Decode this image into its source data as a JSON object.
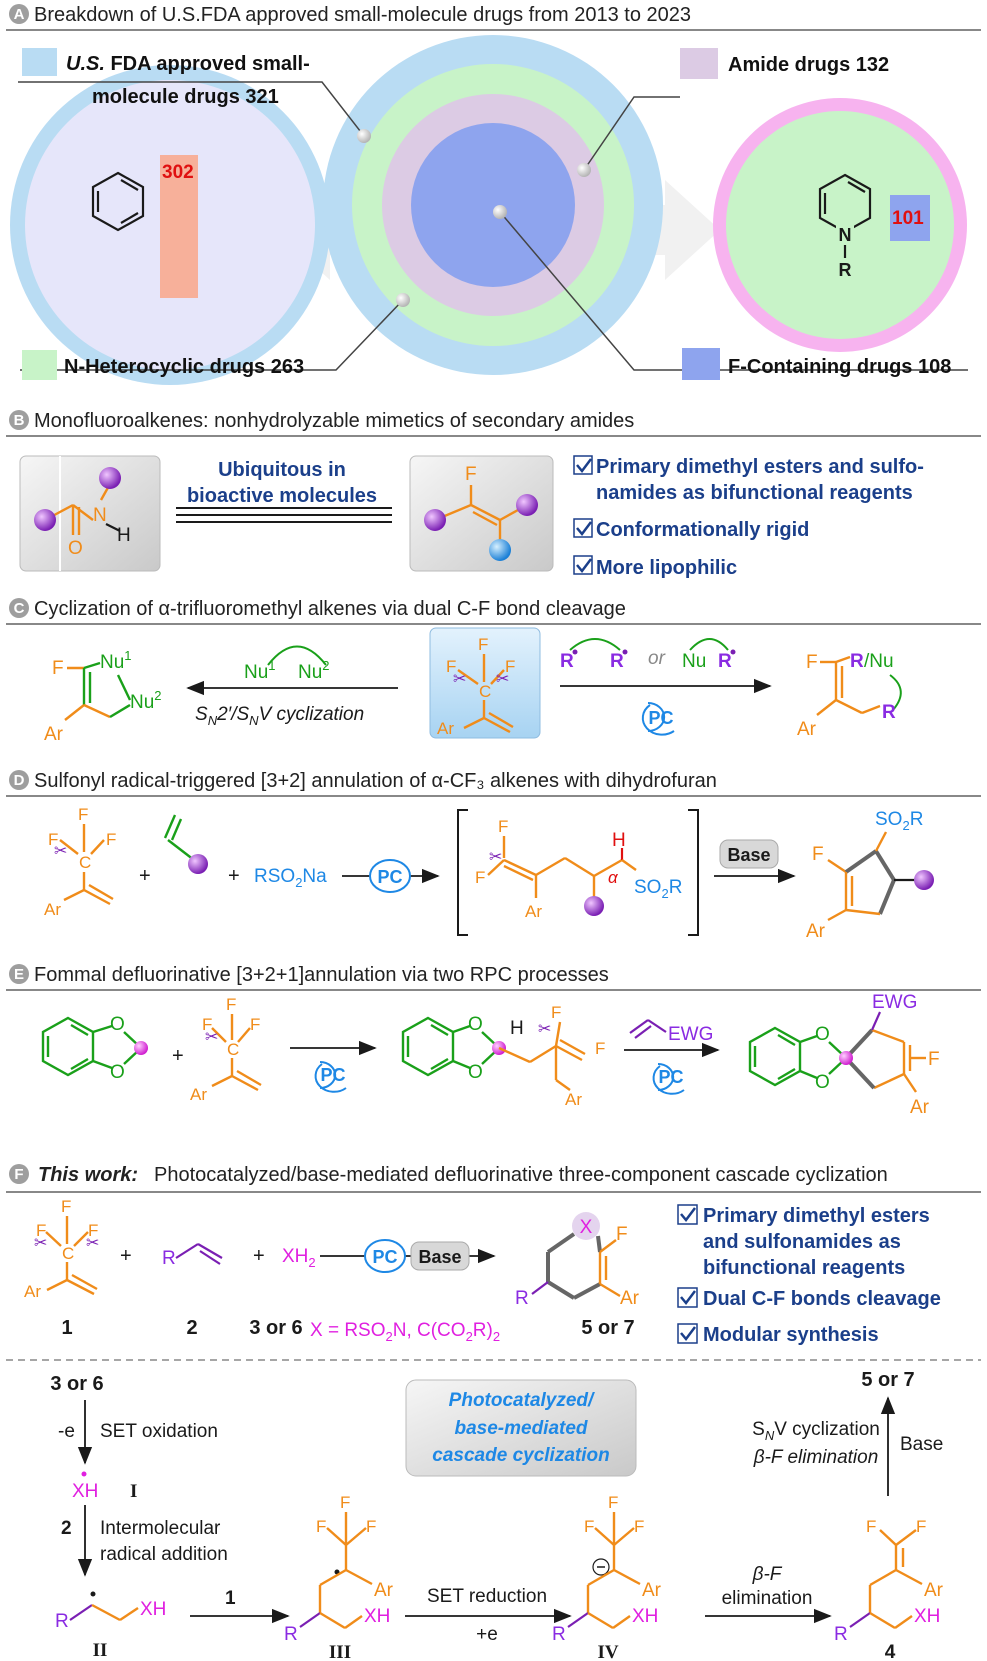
{
  "sections": {
    "A": {
      "letter": "A",
      "title": "Breakdown of U.S.FDA approved small-molecule drugs from 2013 to 2023"
    },
    "B": {
      "letter": "B",
      "title": "Monofluoroalkenes: nonhydrolyzable mimetics of secondary amides"
    },
    "C": {
      "letter": "C",
      "title": "Cyclization of α-trifluoromethyl alkenes via dual C-F bond cleavage"
    },
    "D": {
      "letter": "D",
      "title": "Sulfonyl radical-triggered [3+2] annulation of α-CF₃ alkenes with dihydrofuran"
    },
    "E": {
      "letter": "E",
      "title": "Fommal defluorinative [3+2+1]annulation via two RPC processes"
    },
    "F": {
      "letter": "F",
      "title_bold": "This work:",
      "title": "Photocatalyzed/base-mediated defluorinative three-component cascade cyclization"
    }
  },
  "panelA": {
    "fda_italic": "U.S.",
    "fda_line1": "FDA approved small-",
    "fda_line2": "molecule drugs 321",
    "amide": "Amide  drugs 132",
    "nhet": "N-Heterocyclic drugs 263",
    "fcont": "F-Containing drugs 108",
    "bar1": "302",
    "bar2": "101",
    "N": "N",
    "R": "R",
    "colors": {
      "fda": "#b9dcf3",
      "amide": "#dccbe4",
      "nhet": "#c8f3c8",
      "fcont": "#8ea4ee",
      "bar1": "#f7b09a",
      "bar2": "#8ea4ee",
      "ring_pink": "#f7b3ef",
      "number": "#e01010"
    }
  },
  "panelB": {
    "ubiquitous1": "Ubiquitous in",
    "ubiquitous2": "bioactive molecules",
    "N": "N",
    "H": "H",
    "O": "O",
    "F": "F",
    "check1a": "Primary dimethyl esters and sulfo-",
    "check1b": "namides as bifunctional reagents",
    "check2": "Conformationally rigid",
    "check3": "More lipophilic"
  },
  "panelC": {
    "F": "F",
    "Nu": "Nu",
    "sup1": "1",
    "sup2": "2",
    "Ar": "Ar",
    "cond": "SN2′/SNV cyclization",
    "cond_S1": "S",
    "cond_N1": "N",
    "cond_mid": "2′/S",
    "cond_S2": "N",
    "cond_V": "V cyclization",
    "or": "or",
    "R": "R",
    "PC": "PC",
    "RNu": "R/Nu"
  },
  "panelD": {
    "F": "F",
    "C": "C",
    "Ar": "Ar",
    "plus": "+",
    "reagent": "RSO",
    "reagent_sub": "2",
    "reagent_end": "Na",
    "PC": "PC",
    "H": "H",
    "alpha": "α",
    "SO2R": "SO",
    "SO2R_sub": "2",
    "SO2R_end": "R",
    "base": "Base"
  },
  "panelE": {
    "O": "O",
    "F": "F",
    "C": "C",
    "H": "H",
    "Ar": "Ar",
    "PC": "PC",
    "EWG": "EWG",
    "plus": "+"
  },
  "panelF": {
    "F": "F",
    "C": "C",
    "Ar": "Ar",
    "R": "R",
    "plus": "+",
    "XH2": "XH",
    "XH2_sub": "2",
    "PC": "PC",
    "base": "Base",
    "X": "X",
    "c1": "1",
    "c2": "2",
    "c3": "3 or 6",
    "xdef": "X = RSO",
    "xdef_sub": "2",
    "xdef_mid": "N, C(CO",
    "xdef_sub2": "2",
    "xdef_end": "R)",
    "xdef_sub3": "2",
    "c57": "5 or 7",
    "check1a": "Primary dimethyl esters",
    "check1b": "and    sulfonamides    as",
    "check1c": "bifunctional reagents",
    "check2": "Dual C-F bonds cleavage",
    "check3": "Modular synthesis"
  },
  "mechanism": {
    "start": "3 or 6",
    "minus_e": "-e",
    "set_ox": "SET oxidation",
    "XH": "XH",
    "I": "I",
    "two": "2",
    "inter1": "Intermolecular",
    "inter2": "radical addition",
    "II": "II",
    "R": "R",
    "one": "1",
    "III": "III",
    "set_red": "SET reduction",
    "plus_e": "+e",
    "IV": "IV",
    "bF1": "β-F",
    "bF2": "elimination",
    "four": "4",
    "box1": "Photocatalyzed/",
    "box2": "base-mediated",
    "box3": "cascade cyclization",
    "snv": "SNV cyclization",
    "snv_S": "S",
    "snv_N": "N",
    "snv_rest": "V cyclization",
    "bF3": "β-F elimination",
    "base": "Base",
    "product": "5 or 7",
    "F": "F",
    "Ar": "Ar"
  }
}
